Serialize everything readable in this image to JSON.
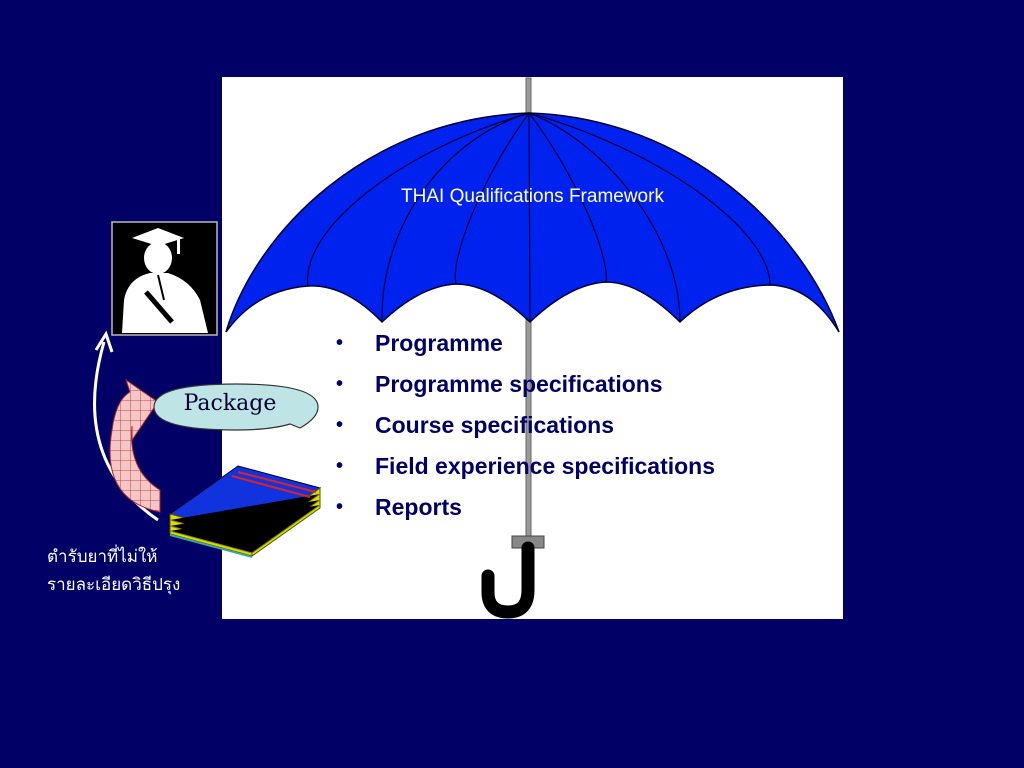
{
  "slide": {
    "umbrella_title": "THAI Qualifications Framework",
    "bullets": [
      "Programme",
      "Programme specifications",
      "Course specifications",
      "Field experience specifications",
      "Reports"
    ],
    "bullet_symbol": "•",
    "package_label": "Package",
    "thai_caption": "ตำรับยาที่ไม่ให้\nรายละเอียดวิธีปรุง"
  },
  "colors": {
    "background": "#000066",
    "panel": "#ffffff",
    "umbrella_canopy": "#0022EE",
    "bullet_text": "#000066",
    "package_bubble": "#BFE4E6",
    "book_cover": "#1133DD",
    "book_pages": "#DDDD00"
  },
  "icons": [
    "graduate-icon",
    "umbrella-icon",
    "book-stack-icon",
    "curved-arrow-icon"
  ]
}
